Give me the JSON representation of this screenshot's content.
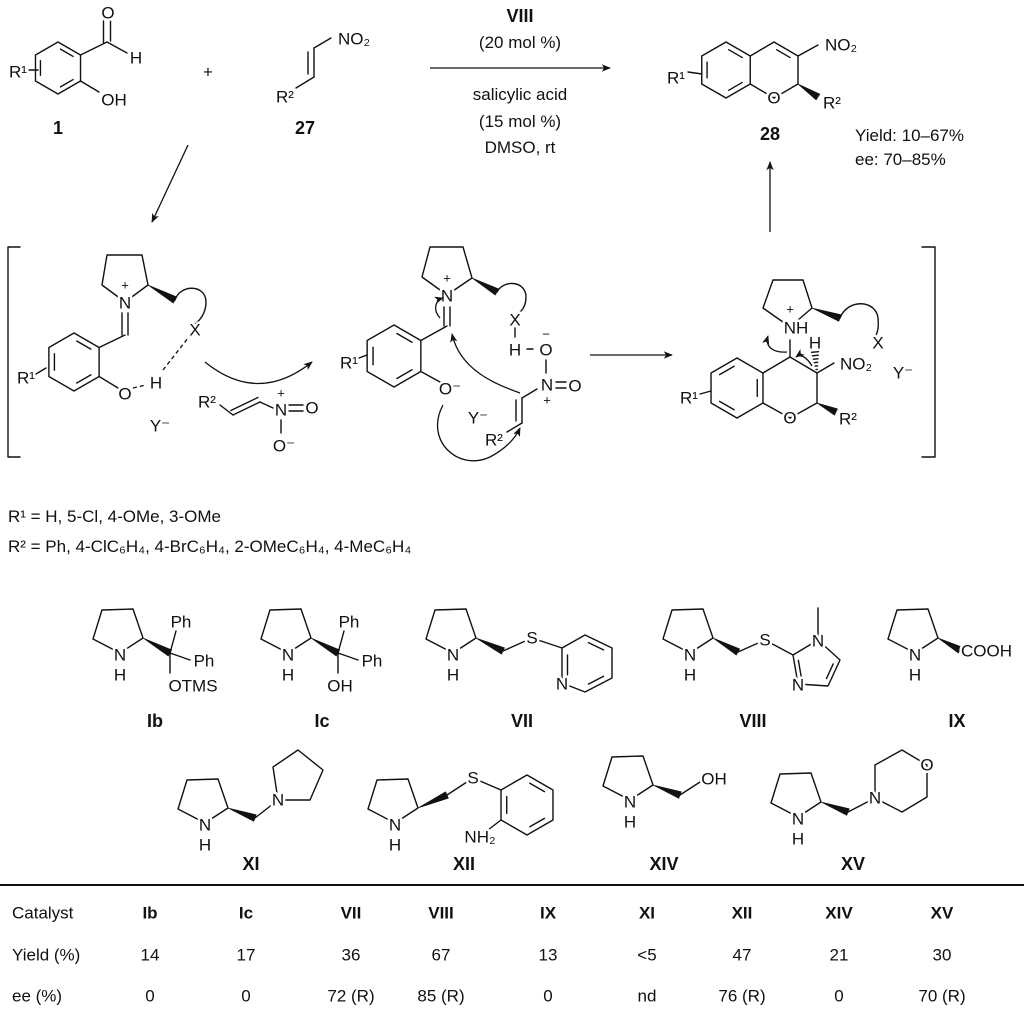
{
  "atoms": {
    "N": "N",
    "H": "H",
    "O": "O",
    "X": "X",
    "S": "S",
    "NH": "NH",
    "plus": "+",
    "minus": "−",
    "O_minus": "O⁻",
    "Y_minus": "Y⁻",
    "R1": "R¹",
    "R2": "R²",
    "NO2": "NO₂",
    "OH": "OH",
    "NH2": "NH₂",
    "Ph": "Ph",
    "OTMS": "OTMS",
    "COOH": "COOH"
  },
  "scheme": {
    "compound_1": "1",
    "plus_sign": "+",
    "compound_27": "27",
    "compound_28": "28",
    "conditions": {
      "catalyst": "VIII",
      "catalyst_loading": "(20 mol %)",
      "additive": "salicylic acid",
      "additive_loading": "(15 mol %)",
      "solvent": "DMSO, rt"
    },
    "yield_range": "Yield: 10–67%",
    "ee_range": "ee: 70–85%"
  },
  "substituents": {
    "r1": "R¹ = H, 5-Cl, 4-OMe, 3-OMe",
    "r2": "R² = Ph, 4-ClC₆H₄, 4-BrC₆H₄, 2-OMeC₆H₄, 4-MeC₆H₄"
  },
  "catalyst_labels": [
    "Ib",
    "Ic",
    "VII",
    "VIII",
    "IX",
    "XI",
    "XII",
    "XIV",
    "XV"
  ],
  "table": {
    "header_label": "Catalyst",
    "headers": [
      "Ib",
      "Ic",
      "VII",
      "VIII",
      "IX",
      "XI",
      "XII",
      "XIV",
      "XV"
    ],
    "rows": [
      {
        "label": "Yield (%)",
        "values": [
          "14",
          "17",
          "36",
          "67",
          "13",
          "<5",
          "47",
          "21",
          "30"
        ]
      },
      {
        "label": "ee (%)",
        "values": [
          "0",
          "0",
          "72 (R)",
          "85 (R)",
          "0",
          "nd",
          "76 (R)",
          "0",
          "70 (R)"
        ]
      }
    ]
  }
}
